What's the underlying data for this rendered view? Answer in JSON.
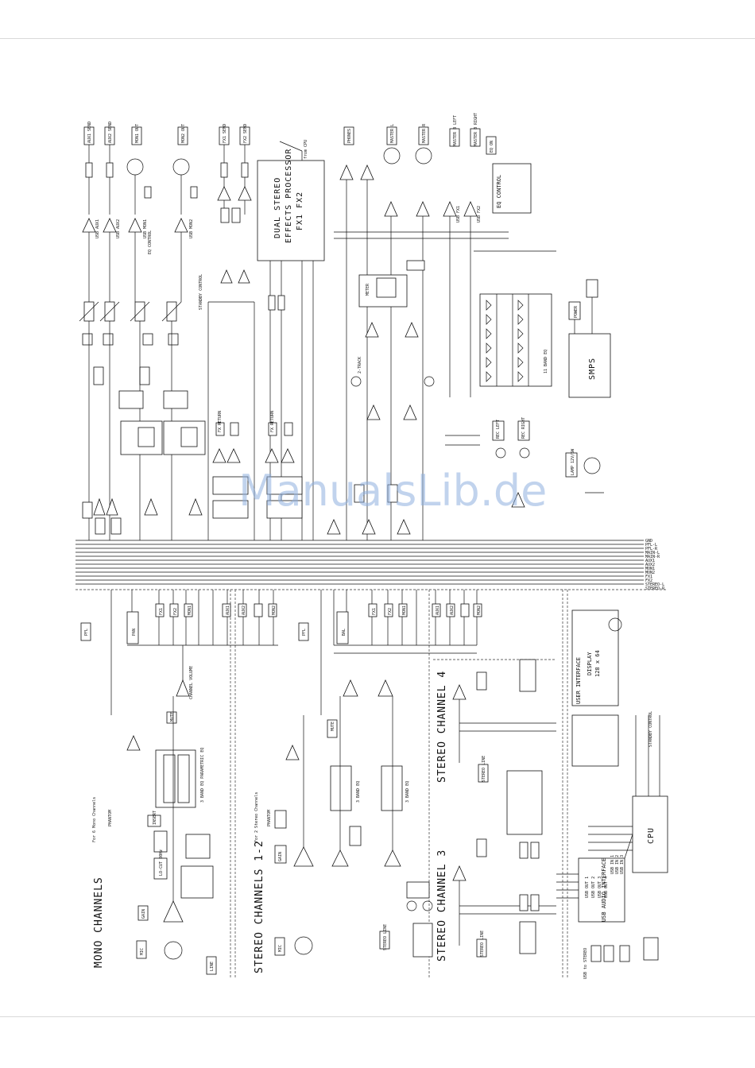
{
  "watermark": "ManualsLib.de",
  "sections": {
    "mono_channels": "MONO CHANNELS",
    "stereo_channels_1_2": "STEREO CHANNELS 1-2",
    "stereo_channel_3": "STEREO CHANNEL 3",
    "stereo_channel_4": "STEREO CHANNEL 4"
  },
  "blocks": {
    "fx_processor_l1": "DUAL STEREO",
    "fx_processor_l2": "EFFECTS PROCESSOR",
    "fx_processor_l3": "FX1 FX2",
    "eq_control": "EQ CONTROL",
    "smps": "SMPS",
    "cpu": "CPU",
    "usb_audio_interface": "USB AUDIO INTERFACE",
    "user_interface": "USER INTERFACE",
    "display_l1": "DISPLAY",
    "display_l2": "128 x 64",
    "meters": "11 BAND EQ",
    "eq_3band_mono": "3 BAND EQ PARAMETRIC EQ",
    "eq_3band_st1": "3 BAND EQ",
    "eq_3band_st2": "3 BAND EQ",
    "power": "POWER",
    "lamp": "LAMP 12V/5W"
  },
  "labels": {
    "aux1_send": "AUX1 SEND",
    "aux2_send": "AUX2 SEND",
    "mon1_out": "MON1 OUT",
    "mon2_out": "MON2 OUT",
    "fx1_send": "FX1 SEND",
    "fx2_send": "FX2 SEND",
    "phones": "PHONES",
    "master_l": "MASTER L",
    "master_r": "MASTER R",
    "master_b_left": "MASTER B LEFT",
    "master_b_right": "MASTER B RIGHT",
    "eq_on": "EQ ON",
    "usb_aux1": "USB AUX1",
    "usb_aux2": "USB AUX2",
    "usb_mon1": "USB MON1",
    "usb_mon2": "USB MON2",
    "usb_fx1": "USB FX1",
    "usb_fx2": "USB FX2",
    "from_cpu": "from CPU",
    "eq_control_small": "EQ CONTROL",
    "standby_control": "STANDBY CONTROL",
    "pfl": "PFL",
    "mute": "MUTE",
    "pan": "PAN",
    "bal": "BAL",
    "fx1": "FX1",
    "fx2": "FX2",
    "mon1": "MON1",
    "mon2": "MON2",
    "aux1": "AUX1",
    "aux2": "AUX2",
    "channel_volume": "CHANNEL VOLUME",
    "gain": "GAIN",
    "mic": "MIC",
    "line": "LINE",
    "phantom": "PHANTOM",
    "insert": "INSERT",
    "lo_cut": "LO-CUT 80Hz",
    "stereo_line": "STEREO LINE",
    "usb_in": "USB IN",
    "usb_out_1": "USB OUT 1",
    "usb_out_2": "USB OUT 2",
    "usb_out_3": "USB OUT 3",
    "usb_out_4": "USB OUT 4",
    "usb_in_1": "USB IN 1",
    "usb_in_2": "USB IN 2",
    "usb_in_3": "USB IN 3",
    "usb_in_4": "USB IN 4",
    "usb_to_stereo": "USB to STEREO",
    "rec_left": "REC LEFT",
    "rec_right": "REC RIGHT",
    "2track": "2-TRACK",
    "fx_return": "FX RETURN",
    "dual_meters": "METER",
    "bus_gnd": "GND",
    "bus_labels": [
      "GND",
      "PFL-L",
      "PFL-R",
      "MAIN-L",
      "MAIN-R",
      "AUX1",
      "AUX2",
      "MON1",
      "MON2",
      "FX1",
      "FX2",
      "STEREO-L",
      "STEREO-R"
    ],
    "for_6_mono": "For 6 Mono Channels",
    "for_2_stereo": "For 2 Stereo Channels"
  }
}
